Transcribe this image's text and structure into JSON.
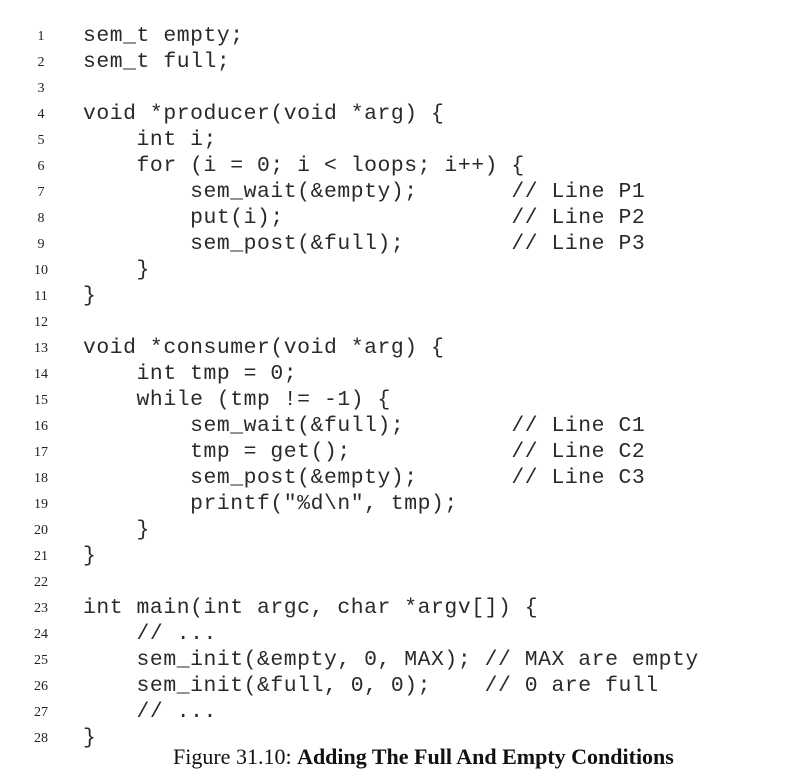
{
  "listing": {
    "lines": [
      {
        "number": "1",
        "code": "sem_t empty;"
      },
      {
        "number": "2",
        "code": "sem_t full;"
      },
      {
        "number": "3",
        "code": ""
      },
      {
        "number": "4",
        "code": "void *producer(void *arg) {"
      },
      {
        "number": "5",
        "code": "    int i;"
      },
      {
        "number": "6",
        "code": "    for (i = 0; i < loops; i++) {"
      },
      {
        "number": "7",
        "code": "        sem_wait(&empty);       // Line P1"
      },
      {
        "number": "8",
        "code": "        put(i);                 // Line P2"
      },
      {
        "number": "9",
        "code": "        sem_post(&full);        // Line P3"
      },
      {
        "number": "10",
        "code": "    }"
      },
      {
        "number": "11",
        "code": "}"
      },
      {
        "number": "12",
        "code": ""
      },
      {
        "number": "13",
        "code": "void *consumer(void *arg) {"
      },
      {
        "number": "14",
        "code": "    int tmp = 0;"
      },
      {
        "number": "15",
        "code": "    while (tmp != -1) {"
      },
      {
        "number": "16",
        "code": "        sem_wait(&full);        // Line C1"
      },
      {
        "number": "17",
        "code": "        tmp = get();            // Line C2"
      },
      {
        "number": "18",
        "code": "        sem_post(&empty);       // Line C3"
      },
      {
        "number": "19",
        "code": "        printf(\"%d\\n\", tmp);"
      },
      {
        "number": "20",
        "code": "    }"
      },
      {
        "number": "21",
        "code": "}"
      },
      {
        "number": "22",
        "code": ""
      },
      {
        "number": "23",
        "code": "int main(int argc, char *argv[]) {"
      },
      {
        "number": "24",
        "code": "    // ..."
      },
      {
        "number": "25",
        "code": "    sem_init(&empty, 0, MAX); // MAX are empty"
      },
      {
        "number": "26",
        "code": "    sem_init(&full, 0, 0);    // 0 are full"
      },
      {
        "number": "27",
        "code": "    // ..."
      },
      {
        "number": "28",
        "code": "}"
      }
    ]
  },
  "caption": {
    "label": "Figure 31.10: ",
    "title": "Adding The Full And Empty Conditions"
  }
}
